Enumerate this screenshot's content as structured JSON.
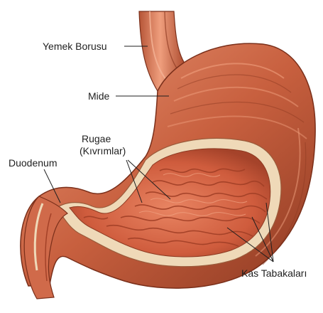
{
  "labels": {
    "esophagus": "Yemek Borusu",
    "stomach": "Mide",
    "rugae_line1": "Rugae",
    "rugae_line2": "(Kıvrımlar)",
    "duodenum": "Duodenum",
    "muscle_layers": "Kas Tabakaları"
  },
  "colors": {
    "outer_wall": "#c8603f",
    "outer_wall_dark": "#8e3a22",
    "muscle_light": "#e08a68",
    "mucosa_inner": "#d8694c",
    "rugae_fold": "#b04a30",
    "submucosa": "#efd9b8",
    "leader_line": "#1f1f1f"
  }
}
